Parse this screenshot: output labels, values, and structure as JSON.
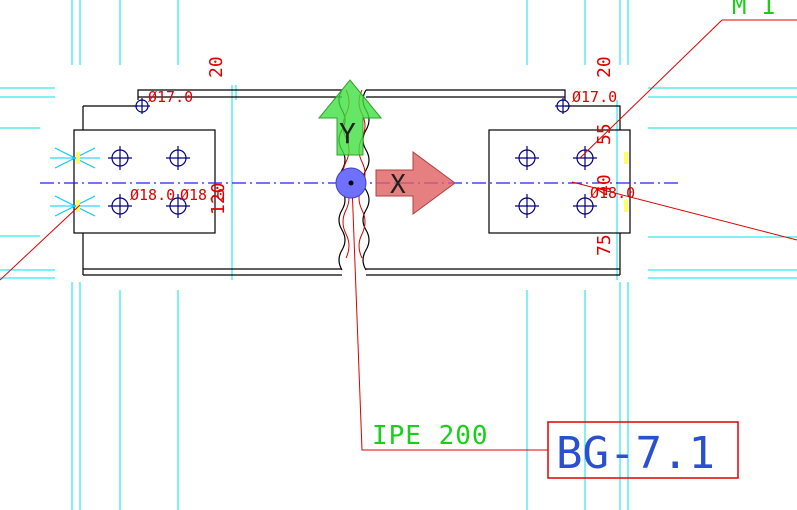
{
  "canvas": {
    "background": "#ffffff",
    "colors": {
      "grid": "#00e5e5",
      "steel": "#000000",
      "dims": "#e00000",
      "centerline": "#2020ff",
      "label_green": "#18d018",
      "label_blue": "#2a4fd0",
      "y_gizmo": "#40e040",
      "x_gizmo": "#e06060"
    }
  },
  "drawing": {
    "member_label": "IPE 200",
    "tag_label": "BG-7.1",
    "top_right_label": "M 1",
    "dims": {
      "top_left_20": "20",
      "top_right_20": "20",
      "hole_top_left": "Ø17.0",
      "hole_top_right": "Ø17.0",
      "hole_mid_left": "Ø18.0",
      "hole_mid_left_b": "Ø18.0",
      "hole_mid_right": "Ø18.0",
      "vert_120": "120",
      "vert_55": "55",
      "vert_40": "40",
      "vert_75": "75"
    }
  },
  "gizmo": {
    "y_label": "Y",
    "x_label": "X",
    "icon_y": "arrow-up-icon",
    "icon_x": "arrow-right-icon",
    "icon_origin": "origin-dot-icon"
  }
}
